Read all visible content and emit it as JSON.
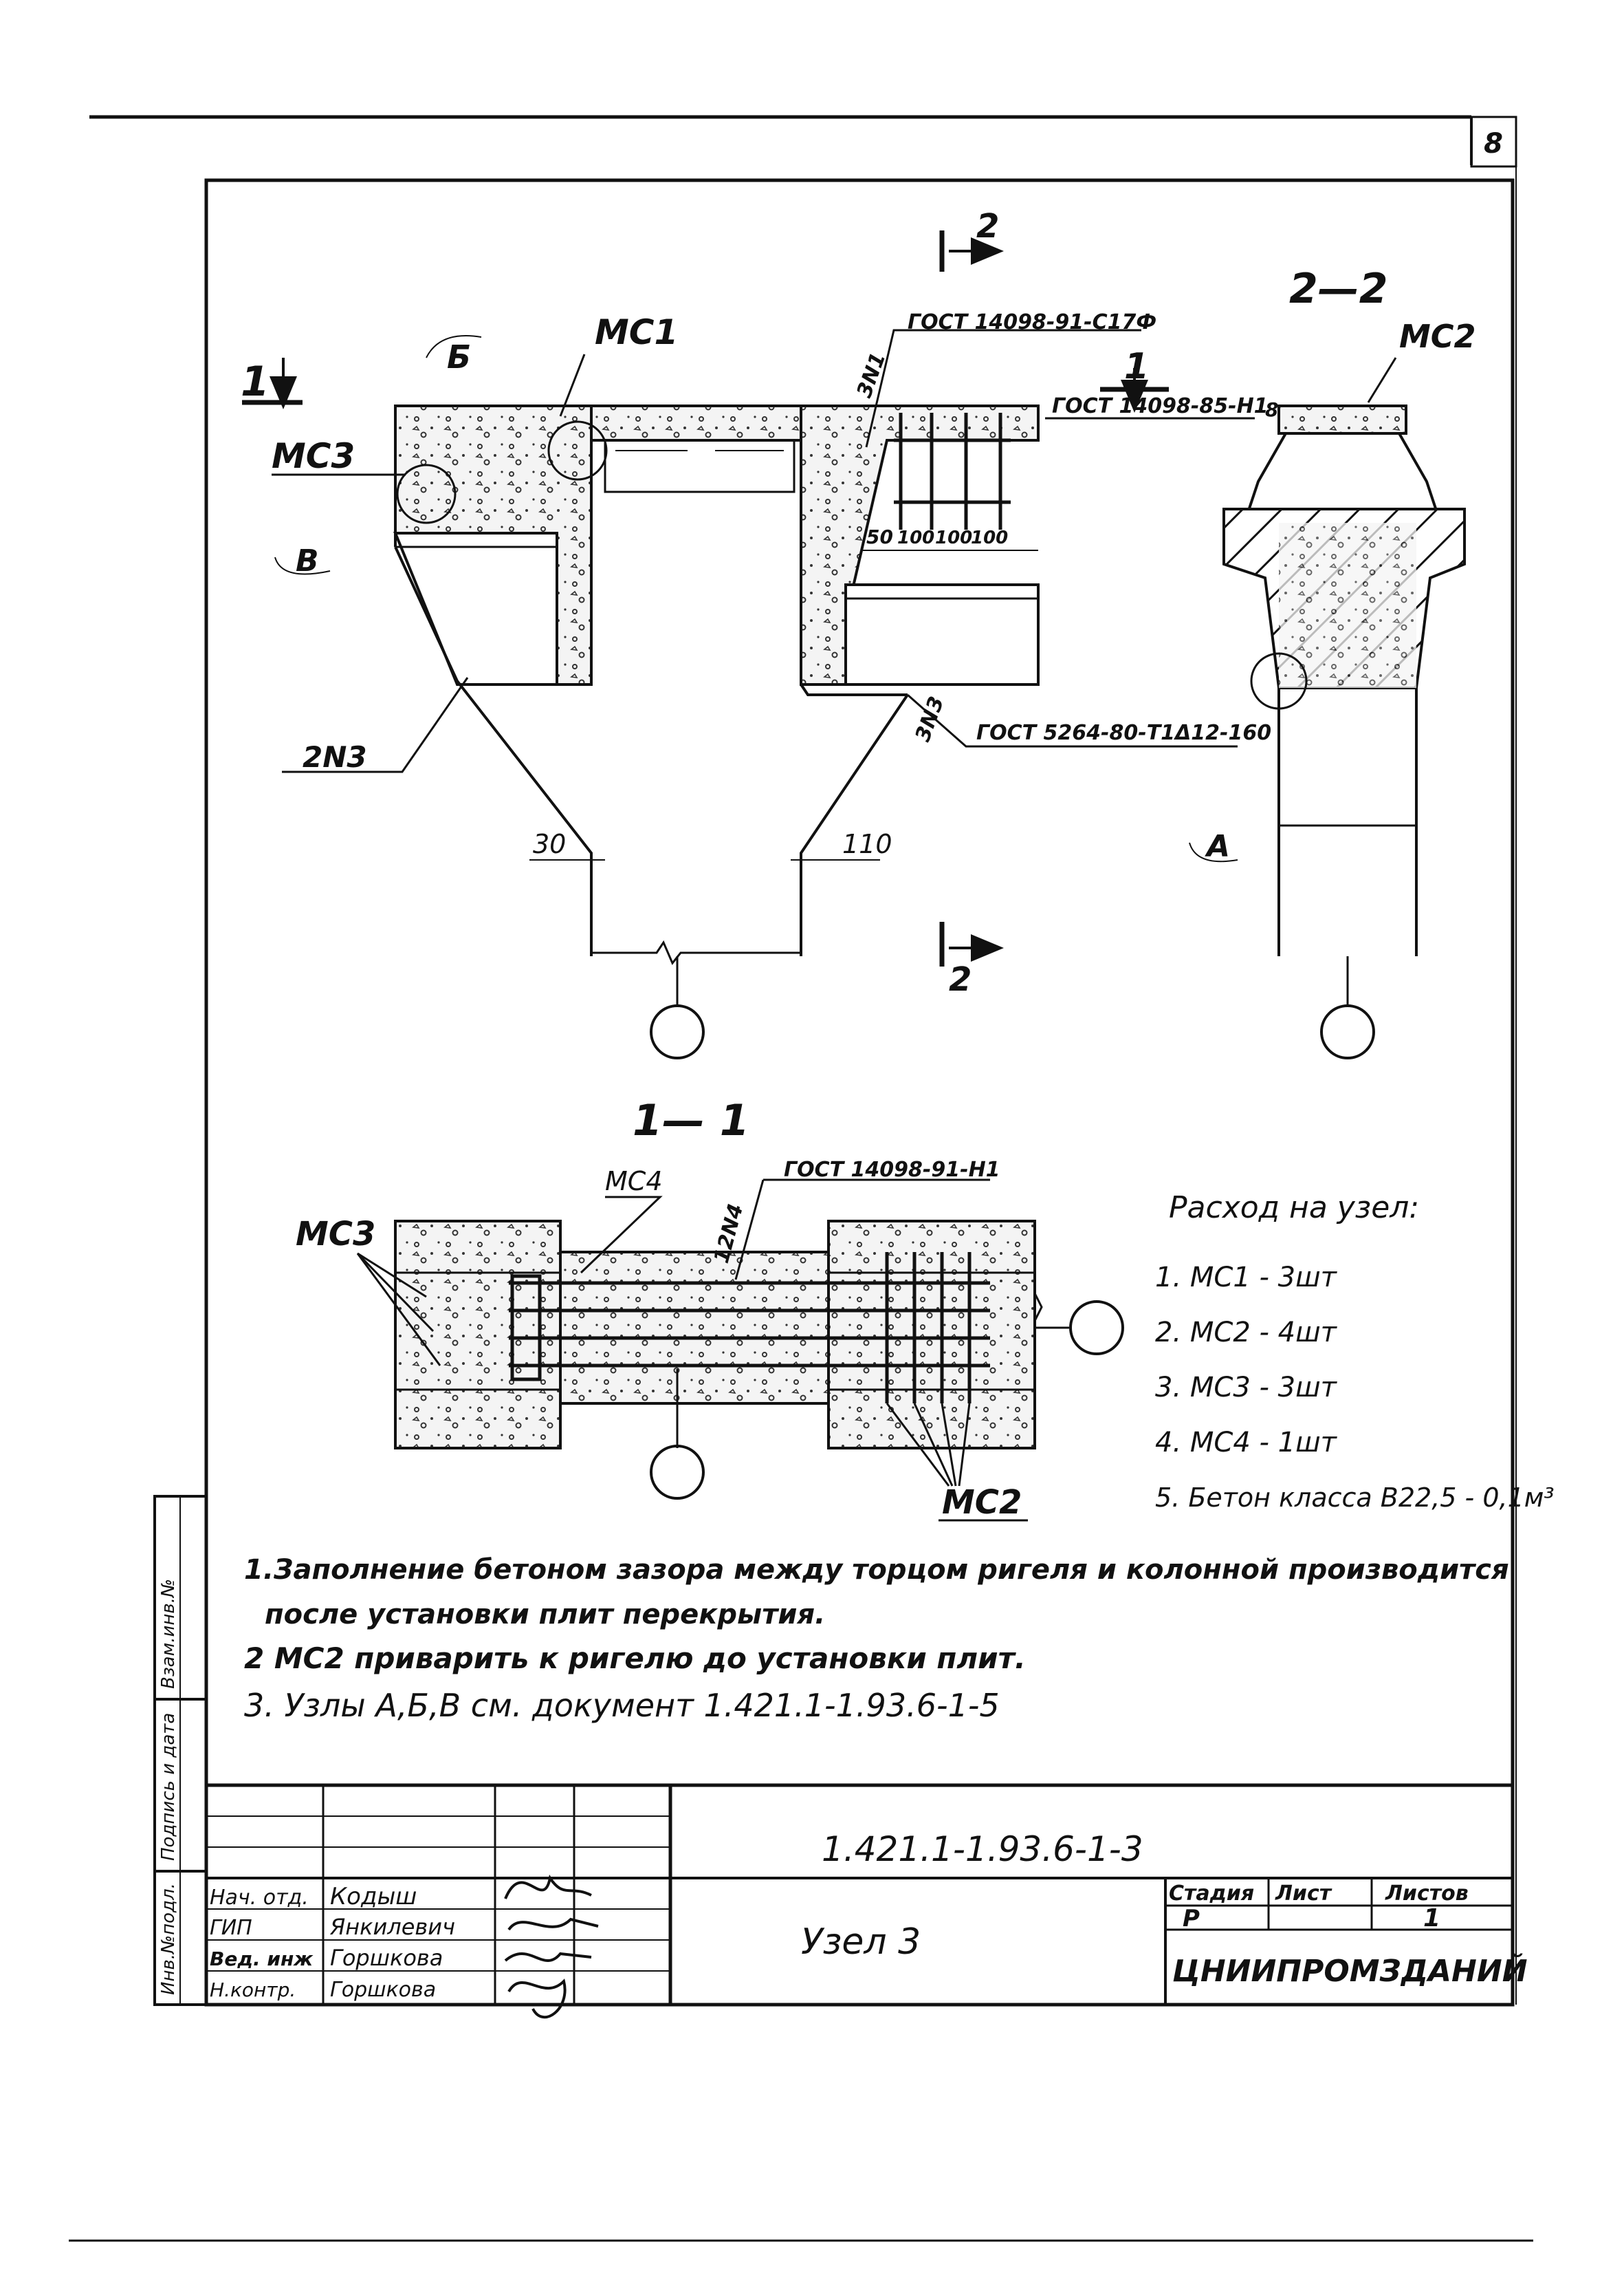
{
  "page_number": "8",
  "sections": {
    "section_2_mark": "2",
    "section_1_mark": "1",
    "section_2_2_title": "2—2",
    "section_1_1_title": "1— 1"
  },
  "callouts": {
    "mc1": "MC1",
    "mc2": "MC2",
    "mc3": "MC3",
    "mc4": "MC4",
    "node_b": "Б",
    "node_v": "В",
    "node_a": "A",
    "n3_left": "2N3",
    "n3_right": "3N3",
    "n1": "3N1",
    "n4": "12N4"
  },
  "weld_refs": {
    "gost_top": "ГОСТ 14098-91-С17Ф",
    "gost_mid": "ГОСТ 14098-85-Н1",
    "gost_bottom": "ГОСТ 5264-80-Т1Δ12-160",
    "gost_section": "ГОСТ 14098-91-Н1",
    "weld_8": "8"
  },
  "dimensions": {
    "d30": "30",
    "d110": "110",
    "d50": "50",
    "d100a": "100",
    "d100b": "100",
    "d100c": "100"
  },
  "consumption": {
    "title": "Расход на узел:",
    "items": [
      "1. МС1 - 3шт",
      "2. МС2 - 4шт",
      "3. МС3 - 3шт",
      "4. МС4 - 1шт",
      "5. Бетон класса В22,5 - 0,1м³"
    ]
  },
  "notes": [
    "1.Заполнение бетоном зазора между торцом ригеля и колонной производится",
    "после установки плит перекрытия.",
    "2 МС2 приварить к ригелю до установки плит.",
    "3. Узлы А,Б,В см. документ 1.421.1-1.93.6-1-5"
  ],
  "side_stamp": {
    "vzam": "Взам.инв.№",
    "podpis": "Подпись и дата",
    "inv": "Инв.№подл."
  },
  "title_block": {
    "doc_code": "1.421.1-1.93.6-1-3",
    "title": "Узел 3",
    "stage_label": "Стадия",
    "sheet_label": "Лист",
    "sheets_label": "Листов",
    "stage": "Р",
    "sheets": "1",
    "organization": "ЦНИИПРОМЗДАНИЙ",
    "signers": [
      {
        "role": "Нач. отд.",
        "name": "Кодыш"
      },
      {
        "role": "ГИП",
        "name": "Янкилевич"
      },
      {
        "role": "Вед. инж",
        "name": "Горшкова"
      },
      {
        "role": "Н.контр.",
        "name": "Горшкова"
      }
    ]
  }
}
